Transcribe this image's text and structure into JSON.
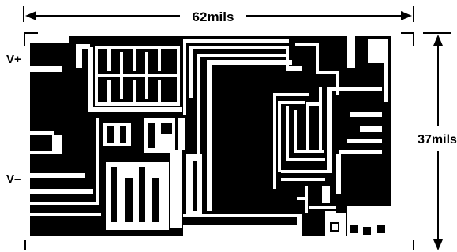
{
  "dimensions": {
    "width_label": "62mils",
    "height_label": "37mils"
  },
  "pins": {
    "v_plus": "V+",
    "v_minus": "V–"
  },
  "colors": {
    "metal": "#000000",
    "background": "#ffffff"
  }
}
